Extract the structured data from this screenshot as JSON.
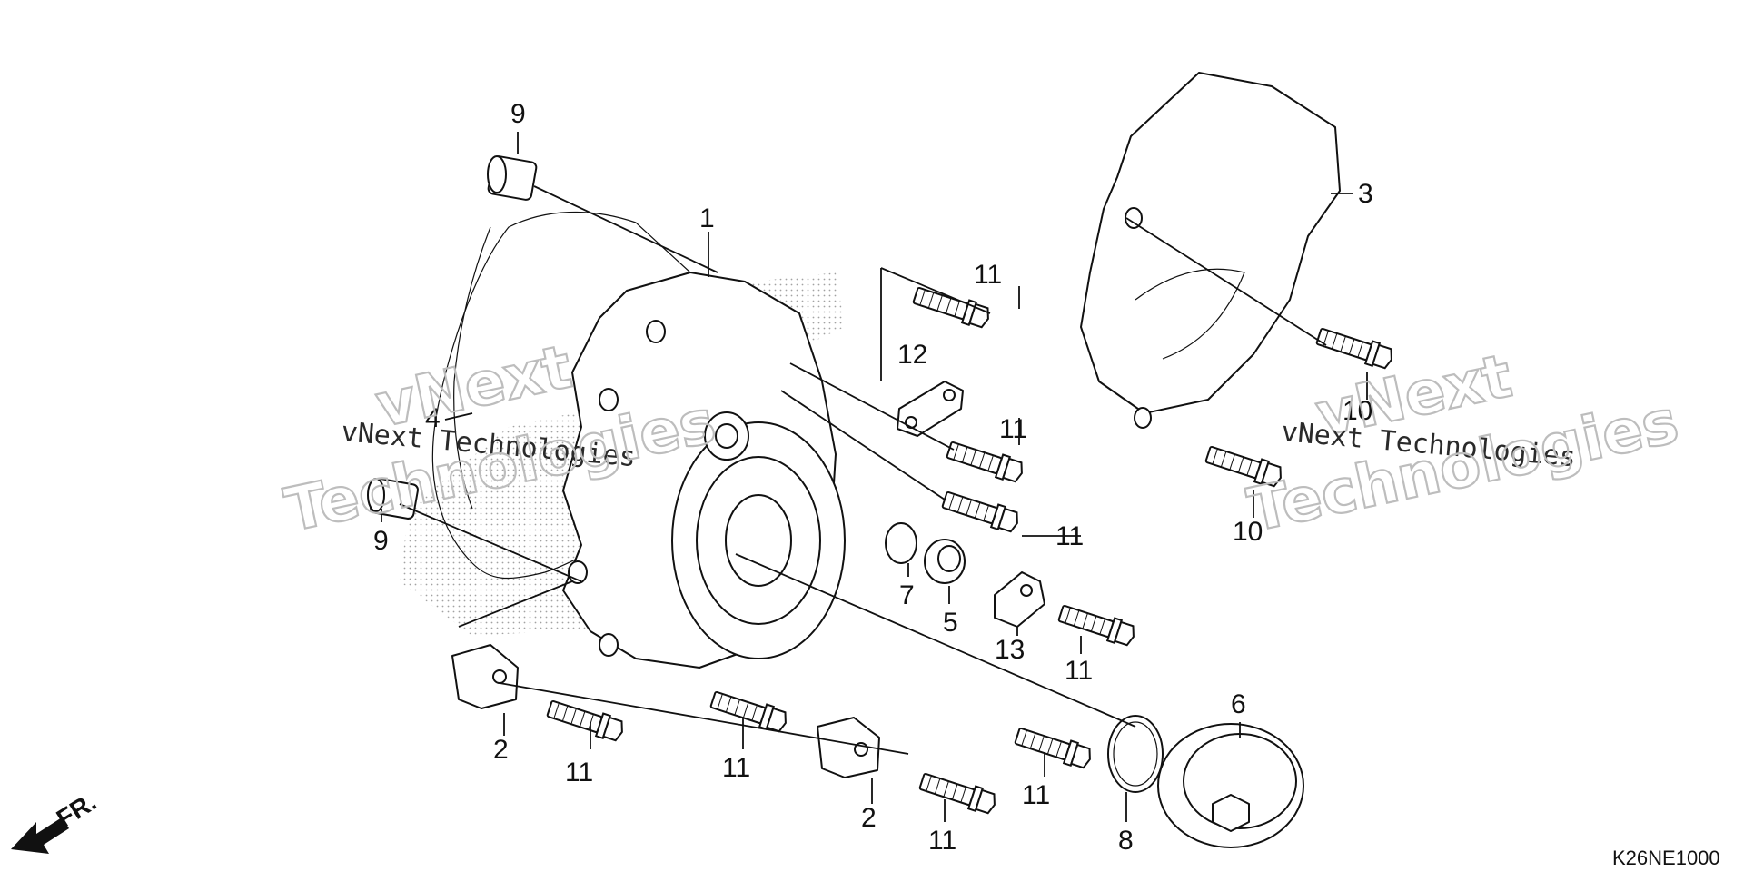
{
  "callouts": [
    "1",
    "2",
    "2",
    "3",
    "4",
    "5",
    "6",
    "7",
    "8",
    "9",
    "9",
    "10",
    "10",
    "11",
    "11",
    "11",
    "11",
    "11",
    "11",
    "11",
    "11",
    "11",
    "12",
    "13"
  ],
  "watermark": {
    "line1": "vNext",
    "line2": "vNext Technologies",
    "line3": "Technologies"
  },
  "diagram_code": "K26NE1000",
  "direction_label": "FR."
}
